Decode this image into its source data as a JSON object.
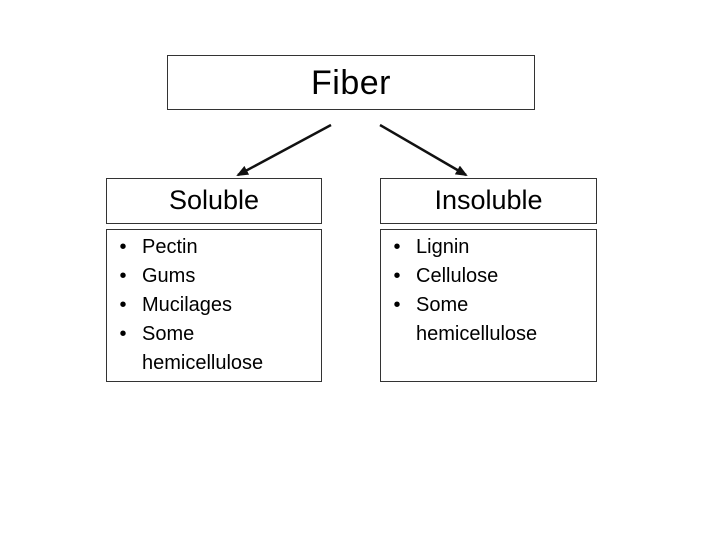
{
  "root": {
    "label": "Fiber"
  },
  "branches": [
    {
      "label": "Soluble",
      "items": [
        "Pectin",
        "Gums",
        "Mucilages",
        "Some hemicellulose"
      ]
    },
    {
      "label": "Insoluble",
      "items": [
        "Lignin",
        "Cellulose",
        "Some hemicellulose"
      ]
    }
  ],
  "bullet": "•",
  "colors": {
    "border": "#333333",
    "arrow": "#111111",
    "text": "#000000"
  }
}
